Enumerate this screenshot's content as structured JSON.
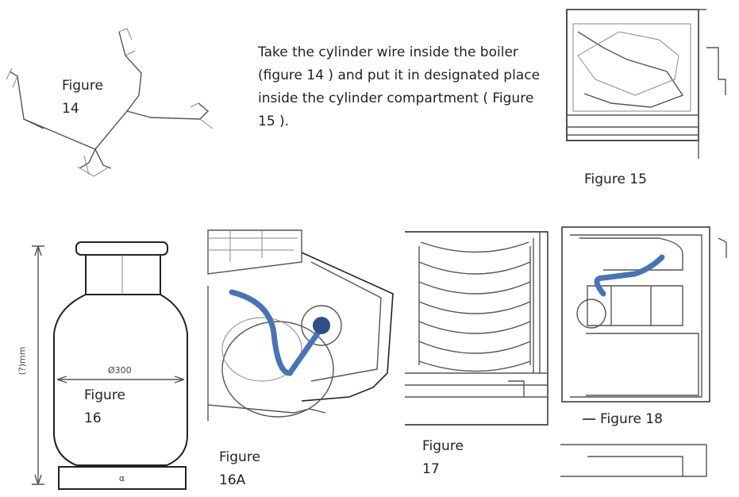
{
  "instruction": "Take the cylinder wire inside the boiler (figure 14 ) and put it in designated place inside the cylinder compartment ( Figure 15 ).",
  "figures": {
    "fig14": {
      "label": "Figure\n14"
    },
    "fig15": {
      "label": "Figure 15"
    },
    "fig16": {
      "label": "Figure\n16",
      "height_mark": "(?)mm",
      "diameter_mark": "Ø300",
      "base_mark": "α"
    },
    "fig16a": {
      "label": "Figure\n16A"
    },
    "fig17": {
      "label": "Figure\n17"
    },
    "fig18": {
      "label": "Figure 18"
    }
  },
  "colors": {
    "wire_highlight": "#4a73b4",
    "valve": "#2f4f86"
  }
}
